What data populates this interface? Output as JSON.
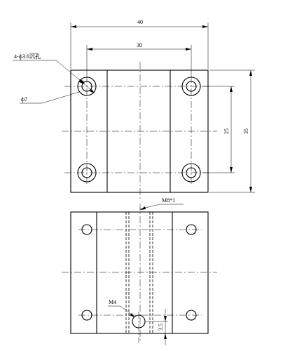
{
  "drawing": {
    "top_view": {
      "dim_overall_width": "40",
      "dim_hole_spacing_x": "30",
      "dim_hole_spacing_y": "25",
      "dim_overall_height": "35",
      "label_counterbore": "4-ф3.6沉孔",
      "label_counterbore_dia": "ф7"
    },
    "front_view": {
      "label_thread_through": "M8*1",
      "label_side_thread": "M4",
      "dim_side_hole_offset": "3.5"
    }
  }
}
